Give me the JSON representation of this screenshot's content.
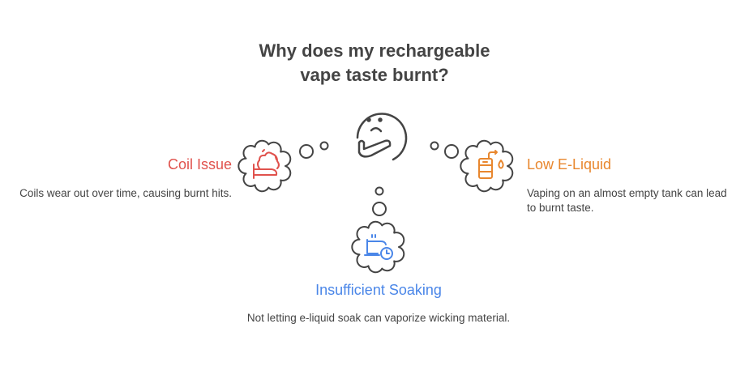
{
  "title": [
    "Why does my rechargeable",
    "vape taste burnt?"
  ],
  "items": [
    {
      "heading": "Coil Issue",
      "description": "Coils wear out over time, causing burnt hits.",
      "color": "#e0524d",
      "icon": "burning-coil-icon"
    },
    {
      "heading": "Low E-Liquid",
      "description": "Vaping on an almost empty tank can lead to burnt taste.",
      "color": "#e8872e",
      "icon": "tank-droplet-icon"
    },
    {
      "heading": "Insufficient Soaking",
      "description": "Not letting e-liquid soak can vaporize wicking material.",
      "color": "#4a86e8",
      "icon": "cup-clock-icon"
    }
  ],
  "center_icon": "thinking-face-icon"
}
